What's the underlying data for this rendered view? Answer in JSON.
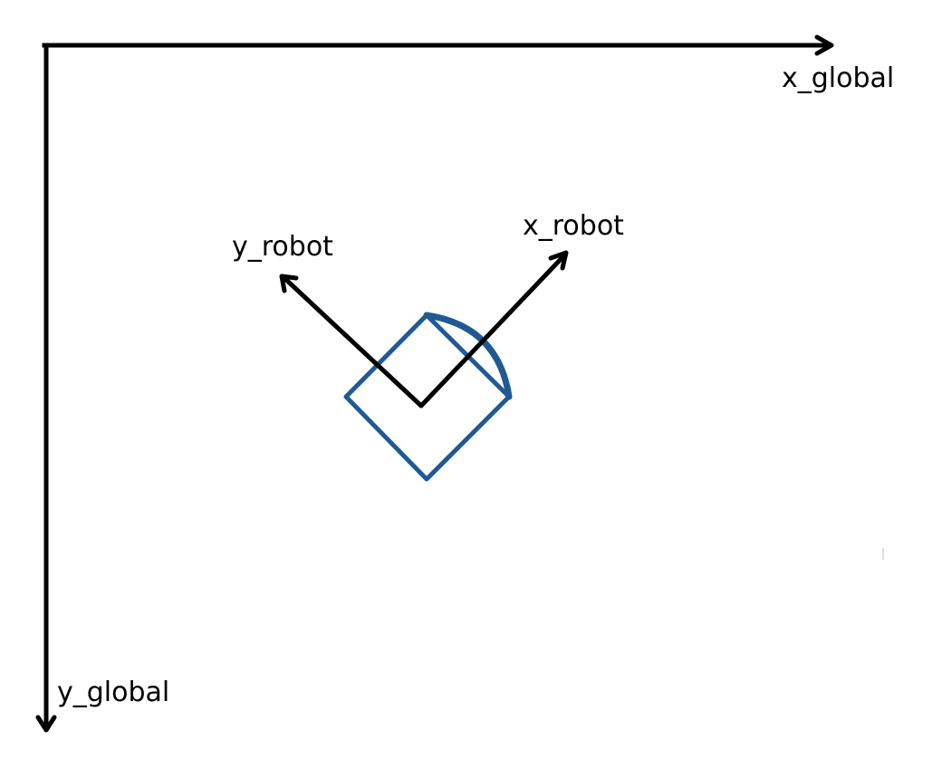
{
  "colors": {
    "axes": "#000000",
    "robot_body": "#1f5a94"
  },
  "labels": {
    "x_global": "x_global",
    "y_global": "y_global",
    "x_robot": "x_robot",
    "y_robot": "y_robot"
  }
}
